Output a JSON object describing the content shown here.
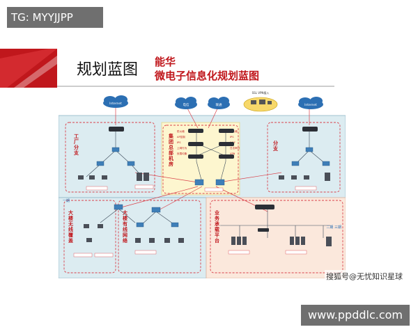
{
  "overlay": {
    "tg_label": "TG: MYYJJPP"
  },
  "slide": {
    "title": "规划蓝图",
    "subtitle_line1": "能华",
    "subtitle_line2": "微电子信息化规划蓝图"
  },
  "diagram": {
    "clouds": [
      "Internet",
      "电信",
      "联通",
      "Internet"
    ],
    "vpn_label": "SSL VPN接入",
    "regions": {
      "factory_branch": "工厂分支",
      "group_hq": "集团总部机房",
      "branch": "分支",
      "building_wireless": "大楼无线覆盖",
      "building_wired": "大楼有线网络",
      "service_platform": "业务承载平台",
      "phase_left": "一期",
      "phase_right": "二期 三期"
    },
    "hq_devices_left": [
      "防火墙",
      "AP控制",
      "IPS",
      "上网行为",
      "负载均衡"
    ],
    "hq_devices_right": [
      "防火墙",
      "IPS",
      "WAF",
      "日志审计",
      "VPN"
    ]
  },
  "watermarks": {
    "sohu": "搜狐号@无忧知识星球",
    "url": "www.ppddlc.com"
  },
  "colors": {
    "brand_red": "#c0171c",
    "region_blue": "#dcecf1",
    "region_peach": "#fbe8dc",
    "region_yellow": "#fdf6cf",
    "dashed_red": "#d9414a"
  }
}
